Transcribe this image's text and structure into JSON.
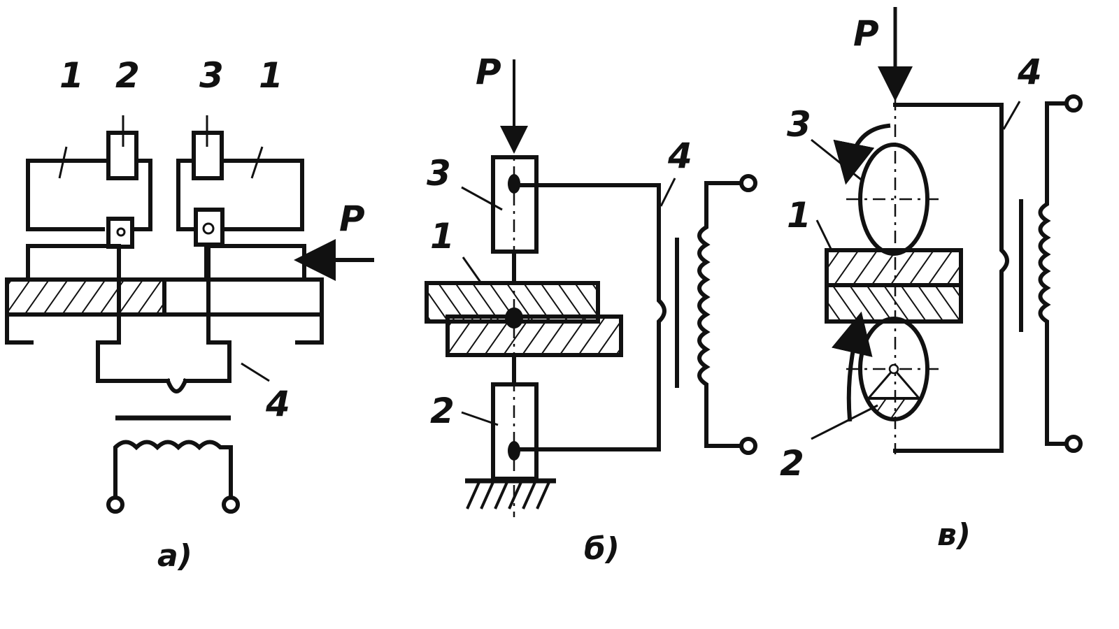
{
  "diagrams": [
    {
      "id": "a",
      "caption": "а)",
      "labels": {
        "n1_left": "1",
        "n2": "2",
        "n3": "3",
        "n1_right": "1",
        "n4": "4",
        "force": "P"
      }
    },
    {
      "id": "b",
      "caption": "б)",
      "labels": {
        "force": "P",
        "n3": "3",
        "n1": "1",
        "n4": "4",
        "n2": "2"
      }
    },
    {
      "id": "c",
      "caption": "в)",
      "labels": {
        "force": "P",
        "n3": "3",
        "n4": "4",
        "n1": "1",
        "n2": "2"
      }
    }
  ],
  "colors": {
    "ink": "#111111",
    "background": "#ffffff"
  }
}
